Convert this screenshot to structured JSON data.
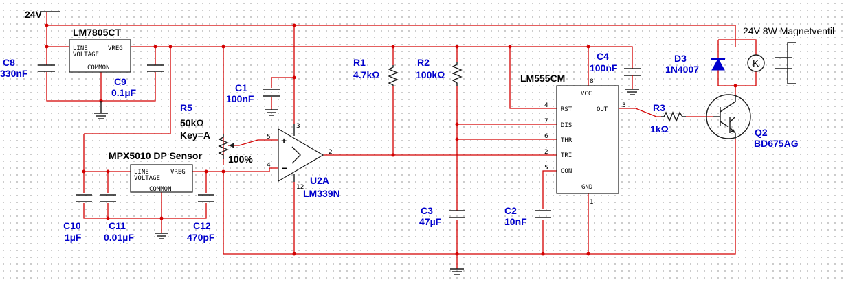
{
  "supply": {
    "label": "24V"
  },
  "components": {
    "u_reg1": {
      "ref": "LM7805CT",
      "line": "LINE",
      "voltage": "VOLTAGE",
      "vreg": "VREG",
      "common": "COMMON"
    },
    "u_sensor": {
      "ref": "MPX5010 DP Sensor",
      "line": "LINE",
      "voltage": "VOLTAGE",
      "vreg": "VREG",
      "common": "COMMON"
    },
    "c8": {
      "ref": "C8",
      "value": "330nF"
    },
    "c9": {
      "ref": "C9",
      "value": "0.1µF"
    },
    "c10": {
      "ref": "C10",
      "value": "1µF"
    },
    "c11": {
      "ref": "C11",
      "value": "0.01µF"
    },
    "c12": {
      "ref": "C12",
      "value": "470pF"
    },
    "r5": {
      "ref": "R5",
      "value": "50kΩ",
      "key": "Key=A",
      "pct": "100%"
    },
    "c1": {
      "ref": "C1",
      "value": "100nF"
    },
    "u2a": {
      "ref": "U2A",
      "value": "LM339N",
      "pin_vcc": "3",
      "pin_in_p": "5",
      "pin_in_n": "4",
      "pin_out": "2",
      "pin_gnd": "12"
    },
    "r1": {
      "ref": "R1",
      "value": "4.7kΩ"
    },
    "r2": {
      "ref": "R2",
      "value": "100kΩ"
    },
    "c3": {
      "ref": "C3",
      "value": "47µF"
    },
    "c2": {
      "ref": "C2",
      "value": "10nF"
    },
    "timer": {
      "ref": "LM555CM",
      "vcc": "VCC",
      "rst": "RST",
      "dis": "DIS",
      "thr": "THR",
      "tri": "TRI",
      "con": "CON",
      "out": "OUT",
      "gnd": "GND",
      "pin_vcc": "8",
      "pin_rst": "4",
      "pin_dis": "7",
      "pin_thr": "6",
      "pin_tri": "2",
      "pin_con": "5",
      "pin_out": "3",
      "pin_gnd": "1"
    },
    "c4": {
      "ref": "C4",
      "value": "100nF"
    },
    "r3": {
      "ref": "R3",
      "value": "1kΩ"
    },
    "d3": {
      "ref": "D3",
      "value": "1N4007"
    },
    "q2": {
      "ref": "Q2",
      "value": "BD675AG"
    },
    "valve": {
      "label": "24V 8W Magnetventil",
      "coil": "K"
    }
  }
}
